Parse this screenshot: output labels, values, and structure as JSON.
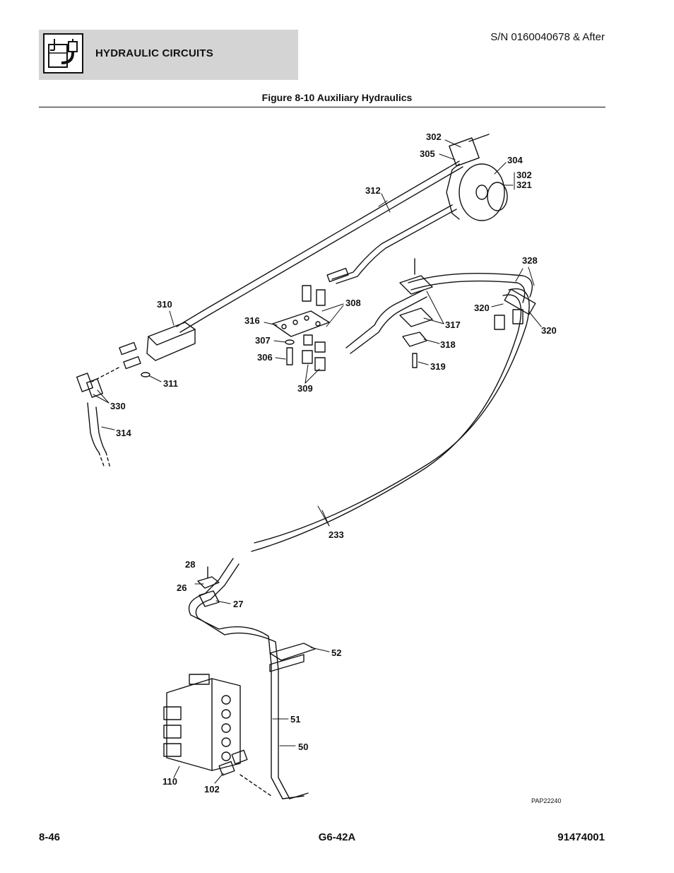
{
  "header": {
    "section_title": "HYDRAULIC CIRCUITS",
    "serial": "S/N 0160040678 & After",
    "icon": "hydraulic-reservoir-icon"
  },
  "figure": {
    "title": "Figure 8-10 Auxiliary Hydraulics",
    "drawing_id": "PAP22240",
    "callouts": {
      "c302a": "302",
      "c305": "305",
      "c304": "304",
      "c302b": "302",
      "c321": "321",
      "c312": "312",
      "c328": "328",
      "c310": "310",
      "c308": "308",
      "c316": "316",
      "c320a": "320",
      "c320b": "320",
      "c317": "317",
      "c307": "307",
      "c318": "318",
      "c306": "306",
      "c319": "319",
      "c309": "309",
      "c311": "311",
      "c330": "330",
      "c314": "314",
      "c233": "233",
      "c28": "28",
      "c26": "26",
      "c27": "27",
      "c52": "52",
      "c51": "51",
      "c50": "50",
      "c110": "110",
      "c102": "102"
    }
  },
  "footer": {
    "page": "8-46",
    "model": "G6-42A",
    "doc_number": "91474001"
  }
}
